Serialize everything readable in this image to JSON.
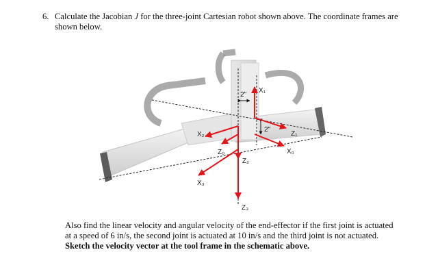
{
  "problem": {
    "number": "6.",
    "text_before_symbol": "Calculate the Jacobian ",
    "symbol": "J",
    "text_after_symbol": " for the three-joint Cartesian robot shown above. The coordinate frames are shown below."
  },
  "figure": {
    "dimension_labels": [
      "2\"",
      "2\""
    ],
    "frame_labels": {
      "x0": "X₀",
      "z0": "Z₀",
      "x1": "X₁",
      "z1": "Z₁",
      "x2": "X₂",
      "z2": "Z₂",
      "x3": "X₃",
      "z3": "Z₃"
    },
    "colors": {
      "axis": "#e0161b",
      "dashed": "#222222",
      "rail": "#d9d9d9",
      "cable": "#8a8a8a"
    }
  },
  "followup": {
    "text": "Also find the linear velocity and angular velocity of the end-effector if the first joint is actuated at a speed of 6 in/s, the second joint is actuated at 10 in/s and the third joint is not actuated. ",
    "bold_text": "Sketch the velocity vector at the tool frame in the schematic above."
  }
}
